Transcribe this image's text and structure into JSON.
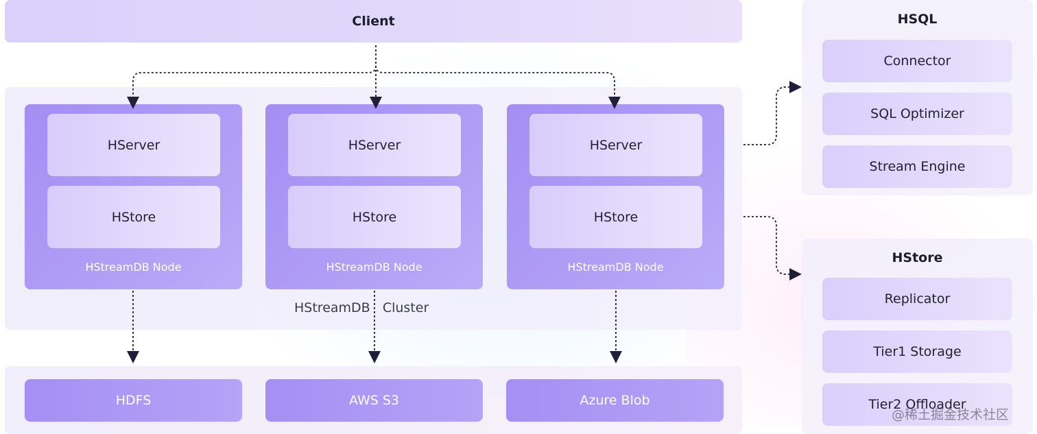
{
  "client": {
    "label": "Client"
  },
  "cluster": {
    "label": "HStreamDB   Cluster",
    "nodes": [
      {
        "server_label": "HServer",
        "store_label": "HStore",
        "node_label": "HStreamDB Node"
      },
      {
        "server_label": "HServer",
        "store_label": "HStore",
        "node_label": "HStreamDB Node"
      },
      {
        "server_label": "HServer",
        "store_label": "HStore",
        "node_label": "HStreamDB Node"
      }
    ]
  },
  "storage": {
    "items": [
      "HDFS",
      "AWS S3",
      "Azure Blob"
    ]
  },
  "hsql": {
    "title": "HSQL",
    "items": [
      "Connector",
      "SQL Optimizer",
      "Stream Engine"
    ]
  },
  "hstore": {
    "title": "HStore",
    "items": [
      "Replicator",
      "Tier1 Storage",
      "Tier2 Offloader"
    ]
  },
  "watermark": "@稀土掘金技术社区",
  "colors": {
    "arrow": "#1f1f3a",
    "node": "#a48ef3",
    "inner": "#e0d6fb"
  }
}
